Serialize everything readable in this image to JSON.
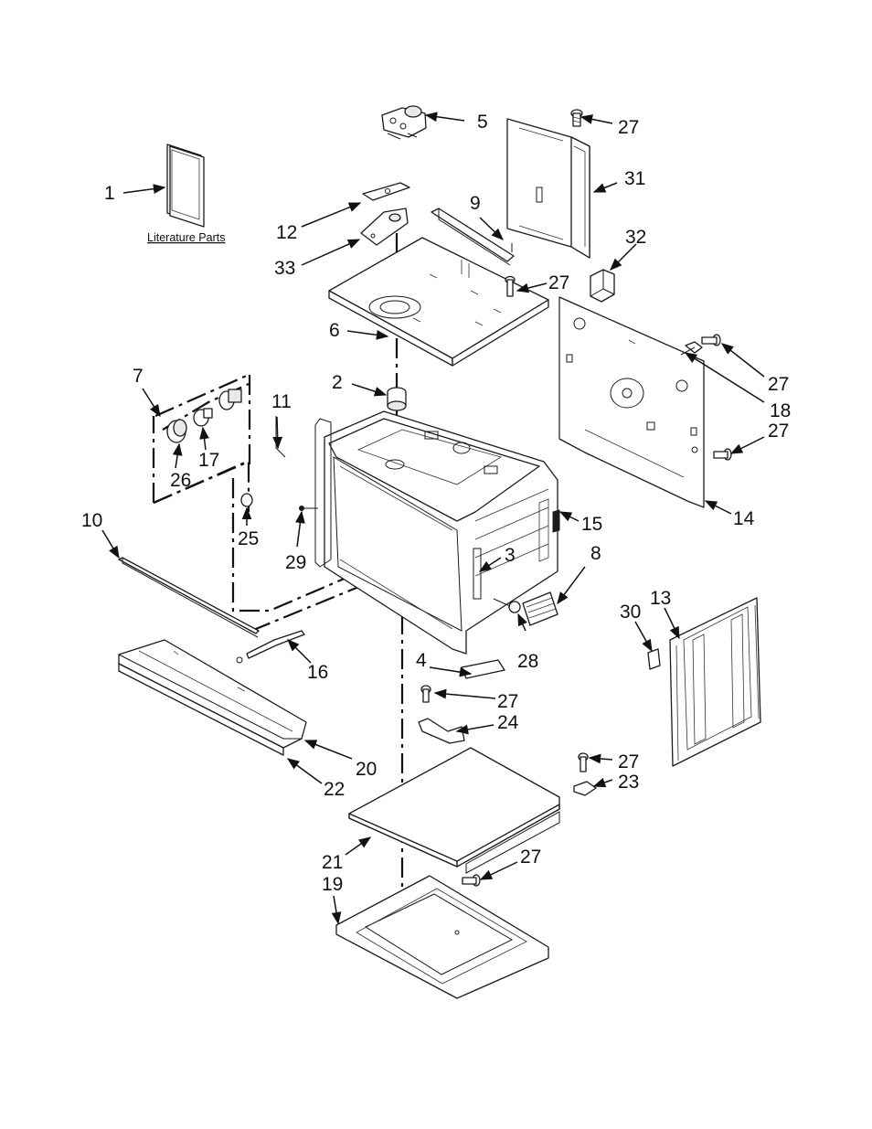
{
  "diagram": {
    "literature_caption": "Literature Parts",
    "callouts": {
      "c1": "1",
      "c2": "2",
      "c3": "3",
      "c4": "4",
      "c5": "5",
      "c6": "6",
      "c7": "7",
      "c8": "8",
      "c9": "9",
      "c10": "10",
      "c11": "11",
      "c12": "12",
      "c13": "13",
      "c14": "14",
      "c15": "15",
      "c16": "16",
      "c17": "17",
      "c18": "18",
      "c19": "19",
      "c20": "20",
      "c21": "21",
      "c22": "22",
      "c23": "23",
      "c24": "24",
      "c25": "25",
      "c26": "26",
      "c27": "27",
      "c28": "28",
      "c29": "29",
      "c30": "30",
      "c31": "31",
      "c32": "32",
      "c33": "33"
    }
  }
}
